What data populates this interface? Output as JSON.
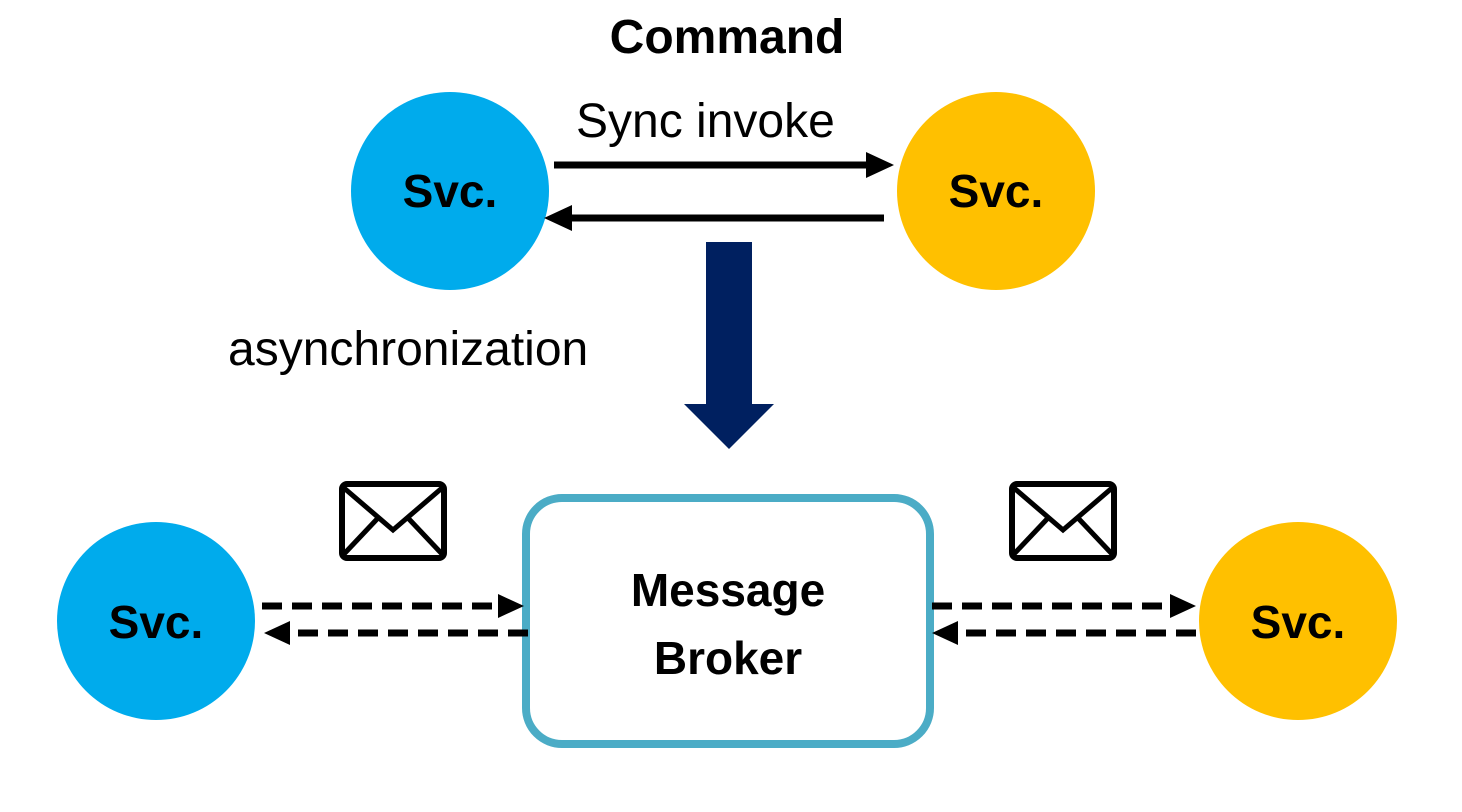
{
  "diagram": {
    "title": "Command",
    "sync_label": "Sync invoke",
    "transform_label": "asynchronization",
    "service_label": "Svc.",
    "broker": {
      "line1": "Message",
      "line2": "Broker"
    }
  },
  "colors": {
    "blue_service": "#00ABEC",
    "orange_service": "#FFC000",
    "broker_border": "#4BACC6",
    "big_arrow": "#002060",
    "lines": "#000000"
  },
  "icons": {
    "message_left": "envelope-icon",
    "message_right": "envelope-icon"
  }
}
